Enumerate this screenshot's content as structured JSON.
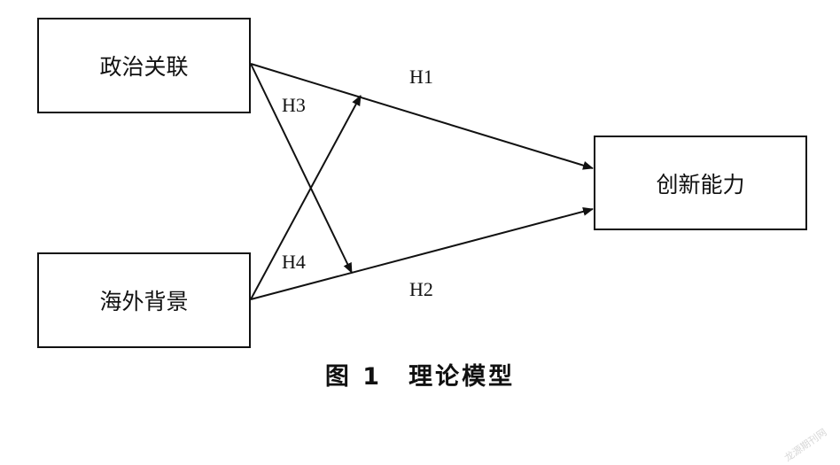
{
  "nodes": {
    "political": "政治关联",
    "overseas": "海外背景",
    "innovation": "创新能力"
  },
  "edges": {
    "h1": "H1",
    "h2": "H2",
    "h3": "H3",
    "h4": "H4"
  },
  "caption": {
    "number": "图 1",
    "title": "理论模型"
  },
  "watermark": "龙源期刊网",
  "colors": {
    "stroke": "#111111",
    "watermark": "#d7d7d7"
  }
}
